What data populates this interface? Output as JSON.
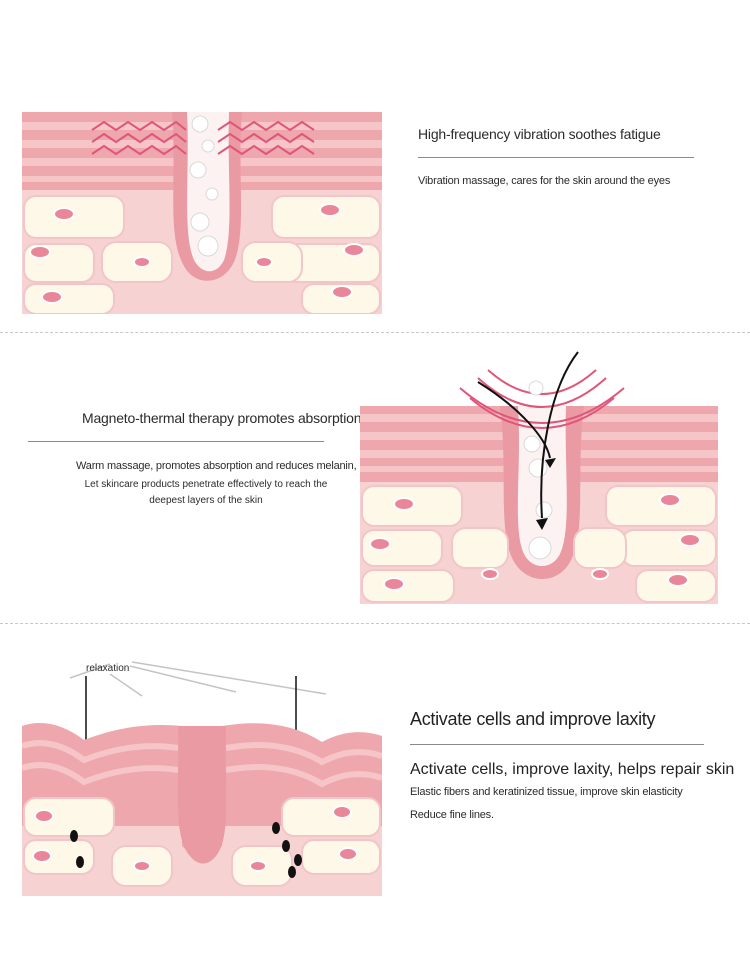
{
  "section1": {
    "title": "High-frequency vibration soothes fatigue",
    "desc": "Vibration massage, cares for the skin around the eyes"
  },
  "section2": {
    "title": "Magneto-thermal therapy promotes absorption",
    "desc_line1": "Warm massage, promotes absorption and reduces melanin,",
    "desc_line2": "Let skincare products penetrate effectively to reach the",
    "desc_line3": "deepest layers of the skin"
  },
  "section3": {
    "callout": "relaxation",
    "title": "Activate cells and improve laxity",
    "subtitle": "Activate cells, improve laxity, helps repair skin",
    "desc_line1": "Elastic fibers and keratinized tissue, improve skin elasticity",
    "desc_line2": "Reduce fine lines."
  },
  "colors": {
    "skin_top": "#f2b3b8",
    "skin_band": "#e58d96",
    "dermis": "#f6d2d3",
    "cell": "#fdf8e8",
    "nucleus": "#e9869a",
    "wave": "#e0567a"
  }
}
